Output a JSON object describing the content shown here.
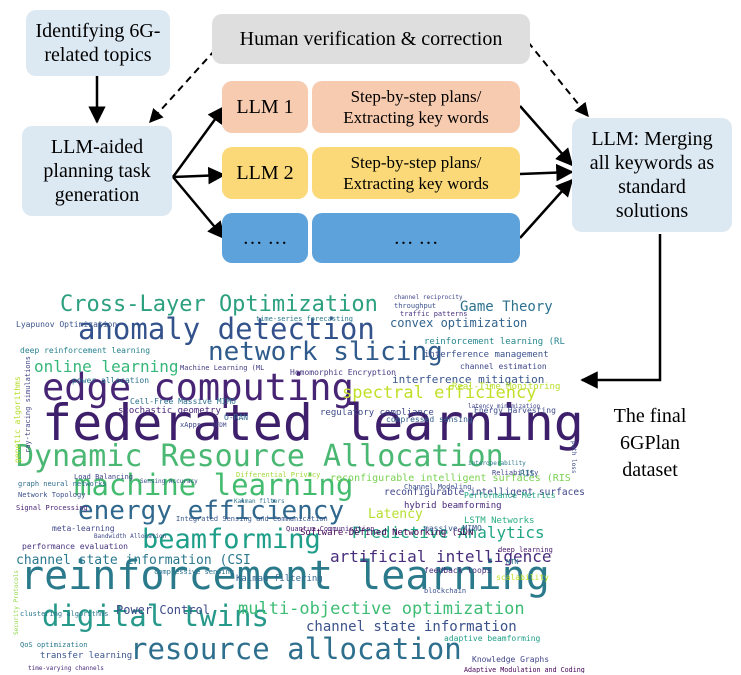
{
  "boxes": {
    "identify": "Identifying 6G-\nrelated topics",
    "human": "Human verification & correction",
    "llm_aided": "LLM-aided\nplanning task\ngeneration",
    "llm1": "LLM 1",
    "llm1_task": "Step-by-step plans/\nExtracting key words",
    "llm2": "LLM 2",
    "llm2_task": "Step-by-step plans/\nExtracting key words",
    "llm_more": "… …",
    "llm_more_task": "… …",
    "merge": "LLM: Merging\nall keywords as\nstandard\nsolutions"
  },
  "final_label": "The final\n6GPlan\ndataset",
  "colors": {
    "blue_box": "#dce9f3",
    "grey_box": "#dedede",
    "peach_box": "#f7cbb0",
    "yellow_box": "#fbd978",
    "sky_box": "#5ea2dc",
    "arrow": "#000000"
  },
  "wordcloud": [
    {
      "text": "federated learning",
      "size": 50,
      "color": "#3e1f6b"
    },
    {
      "text": "reinforcement learning",
      "size": 40,
      "color": "#2a7a8c"
    },
    {
      "text": "edge computing",
      "size": 37,
      "color": "#482475"
    },
    {
      "text": "Dynamic Resource Allocation",
      "size": 30,
      "color": "#4ab873"
    },
    {
      "text": "machine learning",
      "size": 29,
      "color": "#44bc6f"
    },
    {
      "text": "anomaly detection",
      "size": 29,
      "color": "#33518b"
    },
    {
      "text": "digital twins",
      "size": 29,
      "color": "#26998a"
    },
    {
      "text": "resource allocation",
      "size": 29,
      "color": "#2e6f8e"
    },
    {
      "text": "beamforming",
      "size": 27,
      "color": "#1f9e89"
    },
    {
      "text": "energy efficiency",
      "size": 26,
      "color": "#31688e"
    },
    {
      "text": "network slicing",
      "size": 26,
      "color": "#2f5b8c"
    },
    {
      "text": "Cross-Layer Optimization",
      "size": 22,
      "color": "#2ca07f"
    },
    {
      "text": "multi-objective optimization",
      "size": 17,
      "color": "#3dbc74"
    },
    {
      "text": "spectral efficiency",
      "size": 17,
      "color": "#c0df25"
    },
    {
      "text": "artificial intelligence",
      "size": 16,
      "color": "#472d7b"
    },
    {
      "text": "Predictive Analytics",
      "size": 16,
      "color": "#21a685"
    },
    {
      "text": "online learning",
      "size": 16,
      "color": "#35b779"
    },
    {
      "text": "Game Theory",
      "size": 14,
      "color": "#2c728e"
    },
    {
      "text": "channel state information",
      "size": 14,
      "color": "#3b528b"
    },
    {
      "text": "channel state information (CSI",
      "size": 13,
      "color": "#2a788e"
    },
    {
      "text": "Latency",
      "size": 13,
      "color": "#b5de2b"
    },
    {
      "text": "Power Control",
      "size": 12,
      "color": "#3e4a89"
    },
    {
      "text": "convex optimization",
      "size": 12,
      "color": "#33638d"
    },
    {
      "text": "interference mitigation",
      "size": 11,
      "color": "#39568c"
    },
    {
      "text": "reconfigurable intelligent surfaces (RIS",
      "size": 10,
      "color": "#7ad151"
    },
    {
      "text": "reconfigurable intelligent surfaces",
      "size": 10,
      "color": "#404688"
    },
    {
      "text": "Software-Defined Networking (SDN",
      "size": 9,
      "color": "#440154"
    },
    {
      "text": "regulatory compliance",
      "size": 9,
      "color": "#3e4989"
    },
    {
      "text": "stochastic geometry",
      "size": 9,
      "color": "#482677"
    },
    {
      "text": "Cell-Free Massive MIMO",
      "size": 8,
      "color": "#2d708e"
    },
    {
      "text": "Homomorphic Encryption",
      "size": 8,
      "color": "#453781"
    },
    {
      "text": "reinforcement learning (RL",
      "size": 9,
      "color": "#25858e"
    },
    {
      "text": "interference management",
      "size": 9,
      "color": "#3b528b"
    },
    {
      "text": "compressed sensing",
      "size": 8,
      "color": "#355f8d"
    },
    {
      "text": "hybrid beamforming",
      "size": 9,
      "color": "#482878"
    },
    {
      "text": "Real-Time Monitoring",
      "size": 9,
      "color": "#b8de29"
    },
    {
      "text": "LSTM Networks",
      "size": 9,
      "color": "#27ad81"
    },
    {
      "text": "massive MIMO",
      "size": 8,
      "color": "#38588c"
    },
    {
      "text": "Kalman filtering",
      "size": 9,
      "color": "#32658e"
    },
    {
      "text": "adaptive beamforming",
      "size": 8,
      "color": "#1fa088"
    },
    {
      "text": "Knowledge Graphs",
      "size": 8,
      "color": "#414487"
    },
    {
      "text": "Adaptive Modulation and Coding",
      "size": 7,
      "color": "#440154"
    },
    {
      "text": "transfer learning",
      "size": 9,
      "color": "#39558c"
    },
    {
      "text": "performance evaluation",
      "size": 8,
      "color": "#46337e"
    },
    {
      "text": "power allocation",
      "size": 8,
      "color": "#2c718e"
    },
    {
      "text": "deep reinforcement learning",
      "size": 8,
      "color": "#26818e"
    },
    {
      "text": "Lyapunov Optimization",
      "size": 8,
      "color": "#3b528b"
    },
    {
      "text": "Energy Harvesting",
      "size": 8,
      "color": "#3e4c8a"
    },
    {
      "text": "channel estimation",
      "size": 8,
      "color": "#3f4788"
    },
    {
      "text": "feedback loops",
      "size": 8,
      "color": "#472c7a"
    },
    {
      "text": "scalability",
      "size": 8,
      "color": "#c2df23"
    },
    {
      "text": "Performance Metrics",
      "size": 8,
      "color": "#22a884"
    },
    {
      "text": "meta-learning",
      "size": 8,
      "color": "#404688"
    },
    {
      "text": "QoS optimization",
      "size": 7,
      "color": "#2a788e"
    },
    {
      "text": "throughput",
      "size": 7,
      "color": "#3b528b"
    },
    {
      "text": "traffic patterns",
      "size": 7,
      "color": "#46307e"
    },
    {
      "text": "channel reciprocity",
      "size": 6,
      "color": "#404688"
    },
    {
      "text": "time-series forecasting",
      "size": 7,
      "color": "#2a788e"
    },
    {
      "text": "Load Balancing",
      "size": 7,
      "color": "#414487"
    },
    {
      "text": "graph neural networks",
      "size": 7,
      "color": "#2f6c8e"
    },
    {
      "text": "Network Topology",
      "size": 7,
      "color": "#3b528b"
    },
    {
      "text": "Signal Processing",
      "size": 7,
      "color": "#482475"
    },
    {
      "text": "Integrated Sensing and Communication",
      "size": 7,
      "color": "#39568c"
    },
    {
      "text": "compressive sensing",
      "size": 7,
      "color": "#2c728e"
    },
    {
      "text": "Machine Learning (ML",
      "size": 7,
      "color": "#433e85"
    },
    {
      "text": "O-RAN",
      "size": 8,
      "color": "#31668e"
    },
    {
      "text": "Differential Privacy",
      "size": 7,
      "color": "#a2da37"
    },
    {
      "text": "Channel Modeling",
      "size": 7,
      "color": "#3b528b"
    },
    {
      "text": "Quantum Communication",
      "size": 7,
      "color": "#481f70"
    },
    {
      "text": "Reliability",
      "size": 7,
      "color": "#414487"
    },
    {
      "text": "deep learning",
      "size": 7,
      "color": "#481769"
    },
    {
      "text": "blockchain",
      "size": 7,
      "color": "#3b528b"
    },
    {
      "text": "NTN",
      "size": 7,
      "color": "#2c728e"
    },
    {
      "text": "clustering algorithms",
      "size": 7,
      "color": "#2a788e"
    },
    {
      "text": "time-varying channels",
      "size": 6,
      "color": "#472a7a"
    },
    {
      "text": "Bandwidth Allocation",
      "size": 6,
      "color": "#3e4a89"
    },
    {
      "text": "xApps",
      "size": 7,
      "color": "#404688"
    },
    {
      "text": "OFDM",
      "size": 6,
      "color": "#414487"
    },
    {
      "text": "Kalman filters",
      "size": 6,
      "color": "#2c728e"
    },
    {
      "text": "Sensing Accuracy",
      "size": 6,
      "color": "#3b528b"
    },
    {
      "text": "latency minimization",
      "size": 6,
      "color": "#404688"
    },
    {
      "text": "interoperability",
      "size": 6,
      "color": "#2a788e"
    },
    {
      "text": "path loss",
      "size": 6,
      "color": "#3e4a89"
    },
    {
      "text": "genetic algorithms",
      "size": 8,
      "color": "#b5de2b"
    },
    {
      "text": "ray-tracing simulations",
      "size": 7,
      "color": "#414487"
    },
    {
      "text": "RIS",
      "size": 8,
      "color": "#2c728e"
    },
    {
      "text": "Security Protocols",
      "size": 6,
      "color": "#8fd744"
    }
  ]
}
